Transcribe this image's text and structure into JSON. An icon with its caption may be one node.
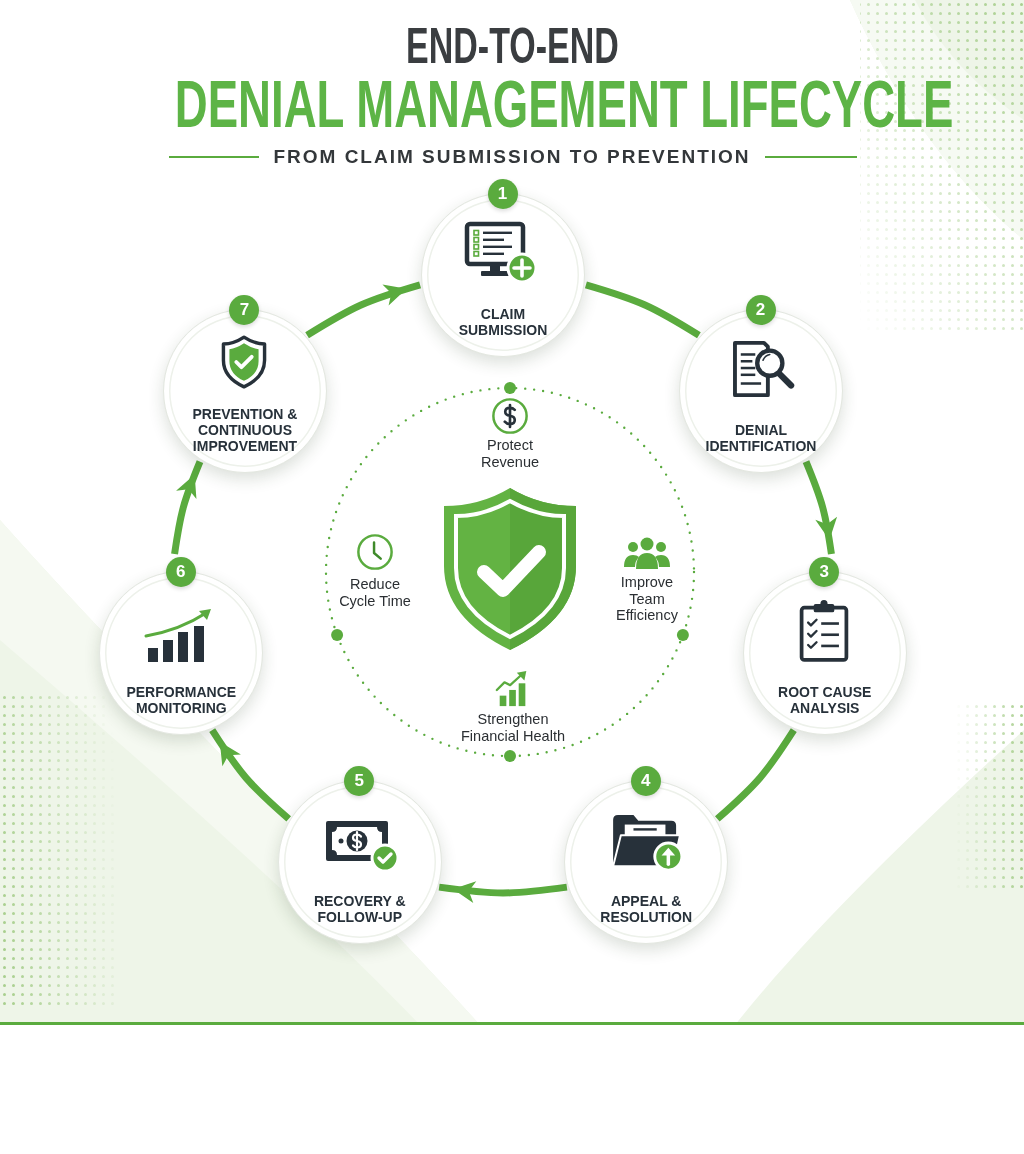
{
  "diagram": {
    "title": "DENIAL MANAGEMENT LIFECYCLE",
    "nodes": [
      {
        "text": [
          "1",
          "CLAIM SUBMISSION"
        ]
      },
      {
        "text": [
          "2",
          "DENIAL IDENTIFICATION"
        ]
      },
      {
        "text": [
          "3",
          "ROOT CAUSE ANALYSIS"
        ]
      },
      {
        "text": [
          "4",
          "APPEAL & RESOLUTION"
        ]
      },
      {
        "text": [
          "5",
          "RECOVERY & FOLLOW-UP"
        ]
      },
      {
        "text": [
          "6",
          "PERFORMANCE MONITORING"
        ]
      },
      {
        "text": [
          "7",
          "PREVENTION & CONTINUOUS IMPROVEMENT"
        ]
      },
      {
        "text": [
          "Protect Revenue",
          "Reduce Cycle Time",
          "Improve Team Efficiency",
          "Strengthen Financial Health"
        ]
      }
    ],
    "edges": [
      {
        "from": 0,
        "to": 1,
        "arrow": "none"
      },
      {
        "from": 1,
        "to": 2,
        "arrow": "to"
      },
      {
        "from": 2,
        "to": 3,
        "arrow": "none"
      },
      {
        "from": 3,
        "to": 4,
        "arrow": "to"
      },
      {
        "from": 4,
        "to": 5,
        "arrow": "to"
      },
      {
        "from": 5,
        "to": 6,
        "arrow": "to"
      },
      {
        "from": 6,
        "to": 0,
        "arrow": "to"
      }
    ],
    "labels": [
      "END-TO-END",
      "FROM CLAIM SUBMISSION TO PREVENTION"
    ]
  }
}
